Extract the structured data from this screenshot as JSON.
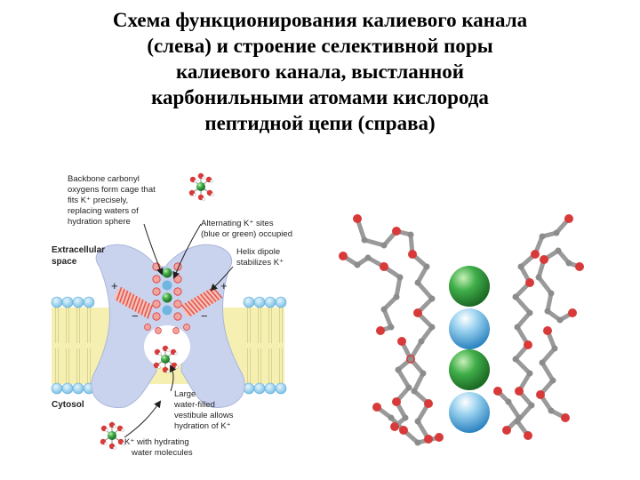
{
  "title": {
    "lines": [
      "Схема функционирования калиевого канала",
      "(слева) и строение селективной поры",
      "калиевого канала, выстланной",
      "карбонильными атомами кислорода",
      "пептидной цепи (справа)"
    ]
  },
  "left_figure": {
    "label_backbone": [
      "Backbone carbonyl",
      "oxygens form cage that",
      "fits K⁺ precisely,",
      "replacing waters of",
      "hydration sphere"
    ],
    "label_alternating": [
      "Alternating K⁺ sites",
      "(blue or green) occupied"
    ],
    "label_helix": [
      "Helix dipole",
      "stabilizes K⁺"
    ],
    "label_extracellular": [
      "Extracellular",
      "space"
    ],
    "label_cytosol": "Cytosol",
    "label_vestibule": [
      "Large",
      "water-filled",
      "vestibule allows",
      "hydration of K⁺"
    ],
    "label_hydrating": [
      "K⁺ with hydrating",
      "water molecules"
    ],
    "plus_sign": "+",
    "minus_sign": "−"
  },
  "colors": {
    "channel": "#c9d3ee",
    "membrane_head": "#9fd1ec",
    "membrane_tail": "#f5efb2",
    "helix": "#e45a4e",
    "ion_green": "#3fae49",
    "ion_blue": "#3b9ad6",
    "oxygen": "#d83a3a",
    "carbon": "#8c8c8c"
  }
}
